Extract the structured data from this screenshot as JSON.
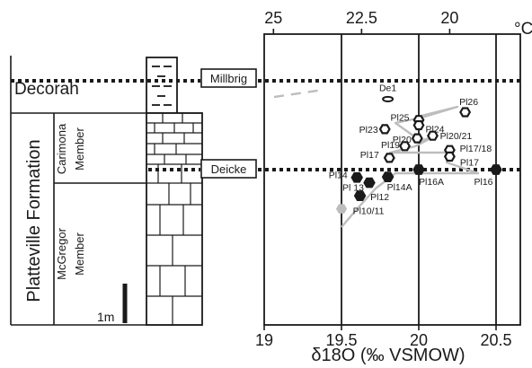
{
  "chart_data": {
    "type": "scatter",
    "xlabel": "δ18O (‰ VSMOW)",
    "x_top_label": "°C",
    "xlim": [
      19,
      20.6
    ],
    "x_ticks": [
      19,
      19.5,
      20,
      20.5
    ],
    "x_tick_labels": [
      "19",
      "19.5",
      "20",
      "20.5"
    ],
    "temp_ticks": [
      {
        "label": "25",
        "value": 19.06
      },
      {
        "label": "22.5",
        "value": 19.63
      },
      {
        "label": "20",
        "value": 20.2
      }
    ],
    "horizons": [
      {
        "name": "Millbrig",
        "stratigraphic_height": 8.9
      },
      {
        "name": "Deicke",
        "stratigraphic_height": 5.5
      }
    ],
    "stratigraphy": {
      "units": [
        {
          "name": "Decorah"
        },
        {
          "name": "Platteville Formation"
        },
        {
          "name": "Carimona Member"
        },
        {
          "name": "McGregor Member"
        }
      ],
      "scale_bar": "1m"
    },
    "series": [
      {
        "marker": "open-hexagon",
        "points": [
          {
            "label": "De1",
            "x": 19.8,
            "y": 8.2
          },
          {
            "label": "Pl26",
            "x": 20.3,
            "y": 7.7
          },
          {
            "label": "Pl25",
            "x": 20.0,
            "y": 7.4
          },
          {
            "label": "Pl24",
            "x": 20.0,
            "y": 7.2
          },
          {
            "label": "Pl23",
            "x": 19.78,
            "y": 7.05
          },
          {
            "label": "Pl20/21",
            "x": 20.09,
            "y": 6.8
          },
          {
            "label": "Pl20",
            "x": 19.99,
            "y": 6.7
          },
          {
            "label": "Pl19",
            "x": 19.91,
            "y": 6.4
          },
          {
            "label": "Pl17/18",
            "x": 20.2,
            "y": 6.25
          },
          {
            "label": "Pl17",
            "x": 20.2,
            "y": 6.0
          },
          {
            "label": "Pl17",
            "x": 19.81,
            "y": 5.95
          }
        ]
      },
      {
        "marker": "filled-hexagon",
        "points": [
          {
            "label": "Pl16A",
            "x": 20.0,
            "y": 5.5
          },
          {
            "label": "Pl16",
            "x": 20.5,
            "y": 5.5
          },
          {
            "label": "Pl14",
            "x": 19.6,
            "y": 5.2
          },
          {
            "label": "Pl14A",
            "x": 19.8,
            "y": 5.22
          },
          {
            "label": "Pl 13",
            "x": 19.68,
            "y": 5.0
          },
          {
            "label": "Pl12",
            "x": 19.62,
            "y": 4.5
          }
        ]
      },
      {
        "marker": "gray-hexagon",
        "points": [
          {
            "label": "Pl10/11",
            "x": 19.5,
            "y": 4.0
          }
        ]
      }
    ]
  }
}
